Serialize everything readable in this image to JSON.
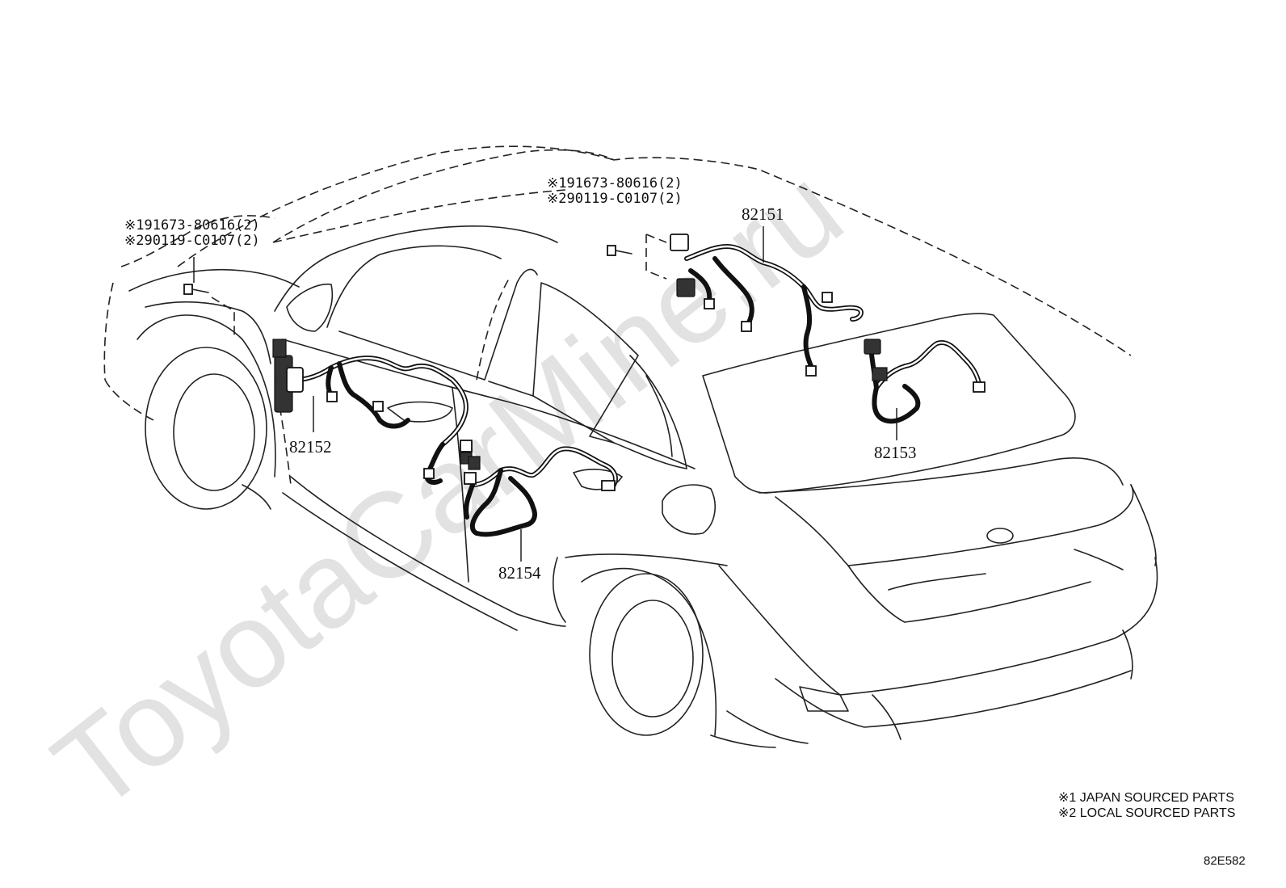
{
  "watermark": "ToyotaCarMine.ru",
  "fasteners_left": {
    "line1": "※191673-80616(2)",
    "line2": "※290119-C0107(2)"
  },
  "fasteners_right": {
    "line1": "※191673-80616(2)",
    "line2": "※290119-C0107(2)"
  },
  "parts": {
    "p82151": "82151",
    "p82152": "82152",
    "p82153": "82153",
    "p82154": "82154"
  },
  "notes": {
    "note1": "※1 JAPAN SOURCED PARTS",
    "note2": "※2 LOCAL SOURCED PARTS"
  },
  "diagram_code": "82E582"
}
